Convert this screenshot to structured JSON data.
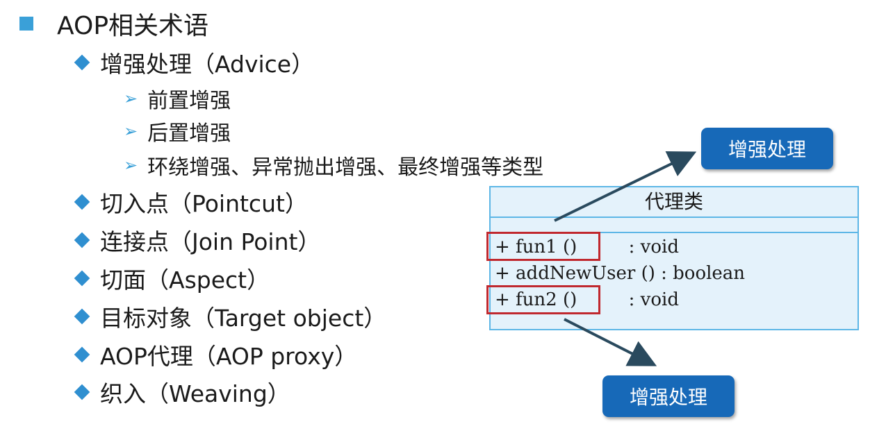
{
  "title": "AOP相关术语",
  "terms": [
    {
      "label": "增强处理（Advice）",
      "sub": [
        "前置增强",
        "后置增强",
        "环绕增强、异常抛出增强、最终增强等类型"
      ]
    },
    {
      "label": "切入点（Pointcut）"
    },
    {
      "label": "连接点（Join Point）"
    },
    {
      "label": "切面（Aspect）"
    },
    {
      "label": "目标对象（Target object）"
    },
    {
      "label": "AOP代理（AOP proxy）"
    },
    {
      "label": "织入（Weaving）"
    }
  ],
  "diagram": {
    "class_name": "代理类",
    "members": [
      "+ fun1 ()         : void",
      "+ addNewUser () : boolean",
      "+ fun2 ()         : void"
    ],
    "badge_top": "增强处理",
    "badge_bottom": "增强处理"
  },
  "colors": {
    "accent": "#3aa0d8",
    "badge": "#1769b8",
    "highlight": "#c0282e",
    "class_fill": "#e4f2fb"
  }
}
